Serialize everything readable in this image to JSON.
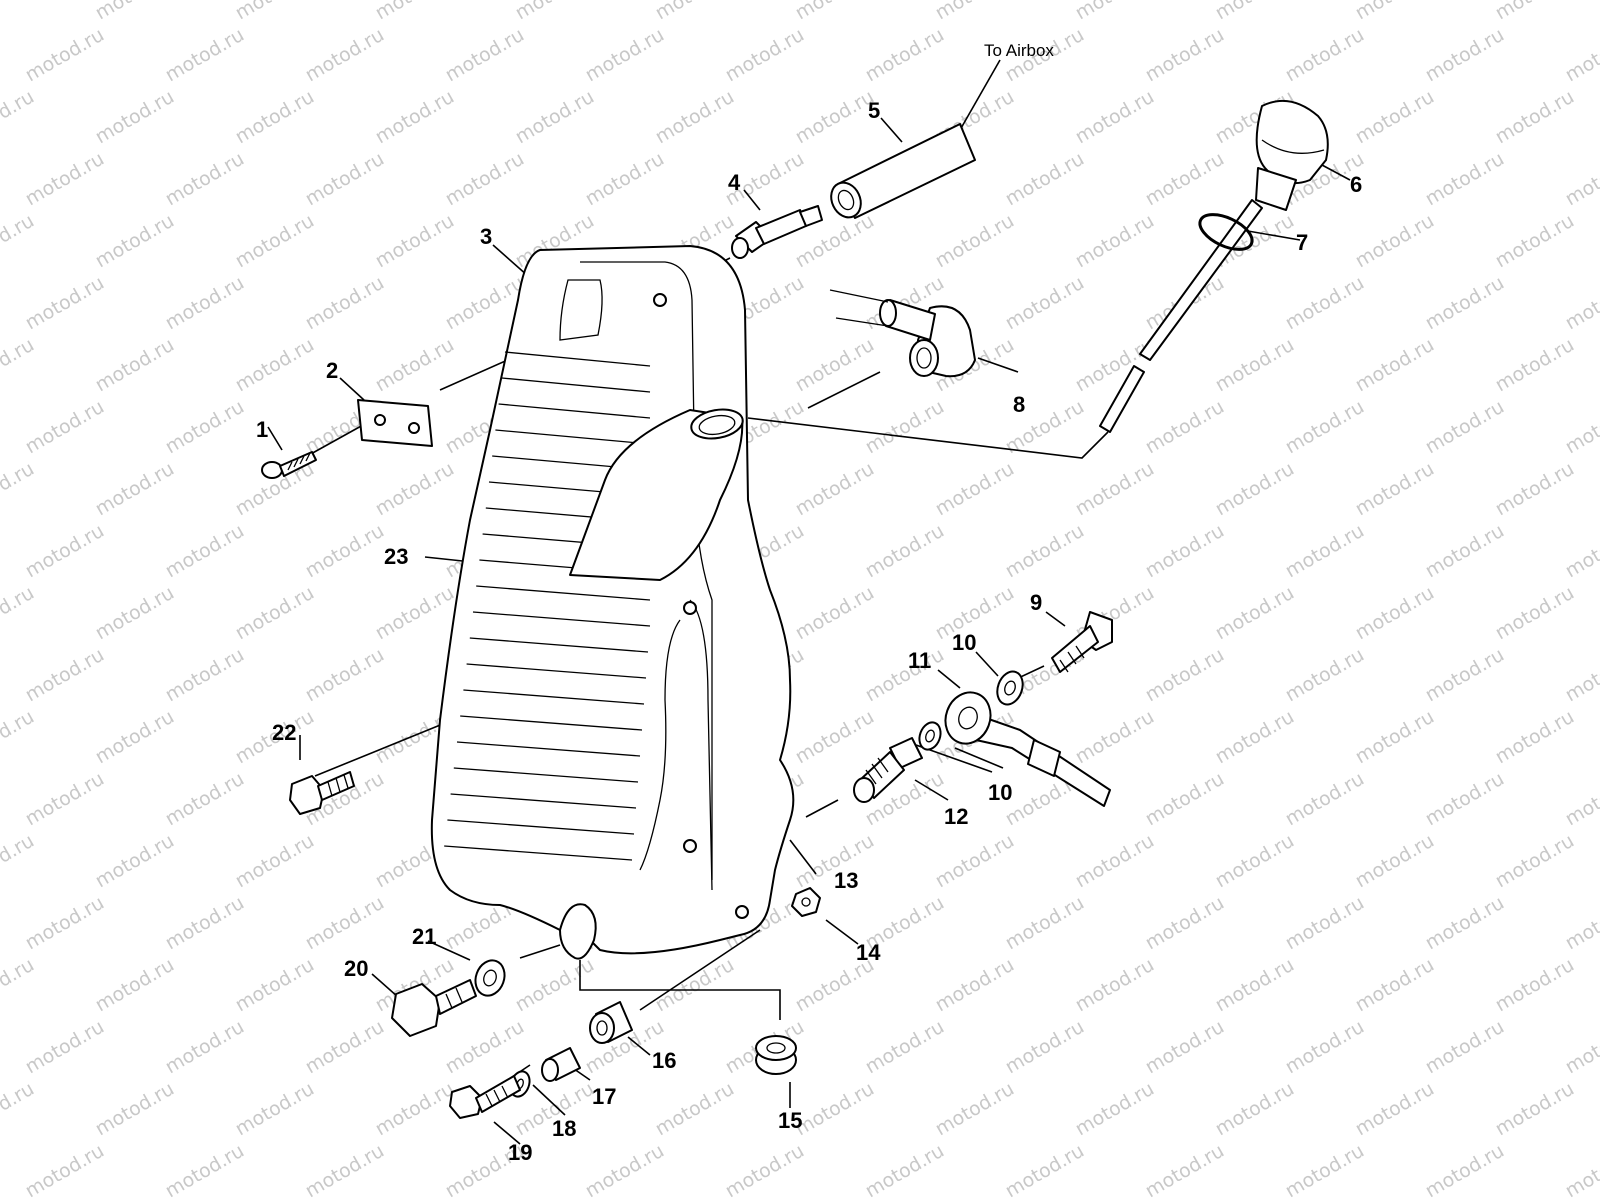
{
  "watermark": "motod.ru",
  "note_to_airbox": "To Airbox",
  "callouts": {
    "c1": "1",
    "c2": "2",
    "c3": "3",
    "c4": "4",
    "c5": "5",
    "c6": "6",
    "c7": "7",
    "c8": "8",
    "c9": "9",
    "c10a": "10",
    "c10b": "10",
    "c11": "11",
    "c12": "12",
    "c13": "13",
    "c14": "14",
    "c15": "15",
    "c16": "16",
    "c17": "17",
    "c18": "18",
    "c19": "19",
    "c20": "20",
    "c21": "21",
    "c22": "22",
    "c23": "23"
  },
  "icons": [
    "screw",
    "bracket-plate",
    "oil-tank",
    "fitting",
    "hose",
    "dipstick-cap",
    "o-ring",
    "elbow-fitting",
    "bolt",
    "washer",
    "banjo-fitting",
    "sensor",
    "nut",
    "grommet",
    "bushing",
    "spacer"
  ]
}
